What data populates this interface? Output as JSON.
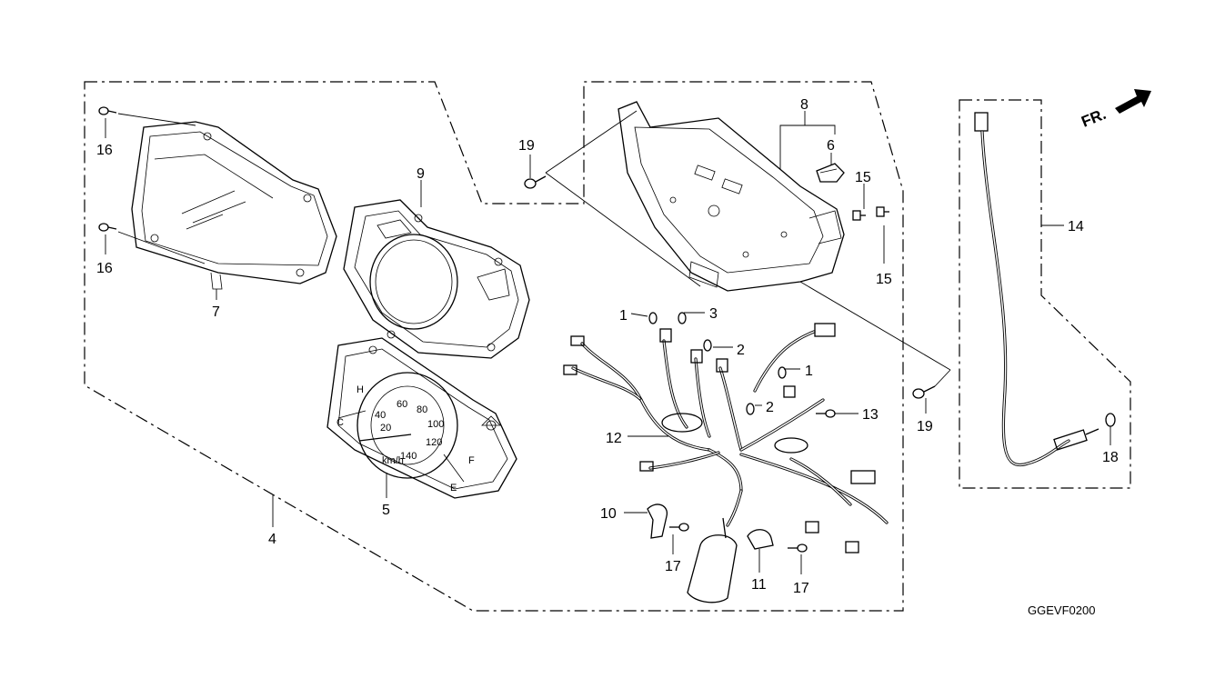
{
  "diagram_code": "GGEVF0200",
  "front_indicator": "FR.",
  "callouts": {
    "c1a": "1",
    "c1b": "1",
    "c2a": "2",
    "c2b": "2",
    "c3": "3",
    "c4": "4",
    "c5": "5",
    "c6": "6",
    "c7": "7",
    "c8": "8",
    "c9": "9",
    "c10": "10",
    "c11": "11",
    "c12": "12",
    "c13": "13",
    "c14": "14",
    "c15a": "15",
    "c15b": "15",
    "c16a": "16",
    "c16b": "16",
    "c17a": "17",
    "c17b": "17",
    "c18": "18",
    "c19a": "19",
    "c19b": "19"
  },
  "speedometer_dial": {
    "scale": [
      "20",
      "40",
      "60",
      "80",
      "100",
      "120",
      "140"
    ],
    "unit": "km/h",
    "temp_gauge": [
      "H",
      "C"
    ],
    "fuel_gauge": [
      "F",
      "E"
    ]
  }
}
